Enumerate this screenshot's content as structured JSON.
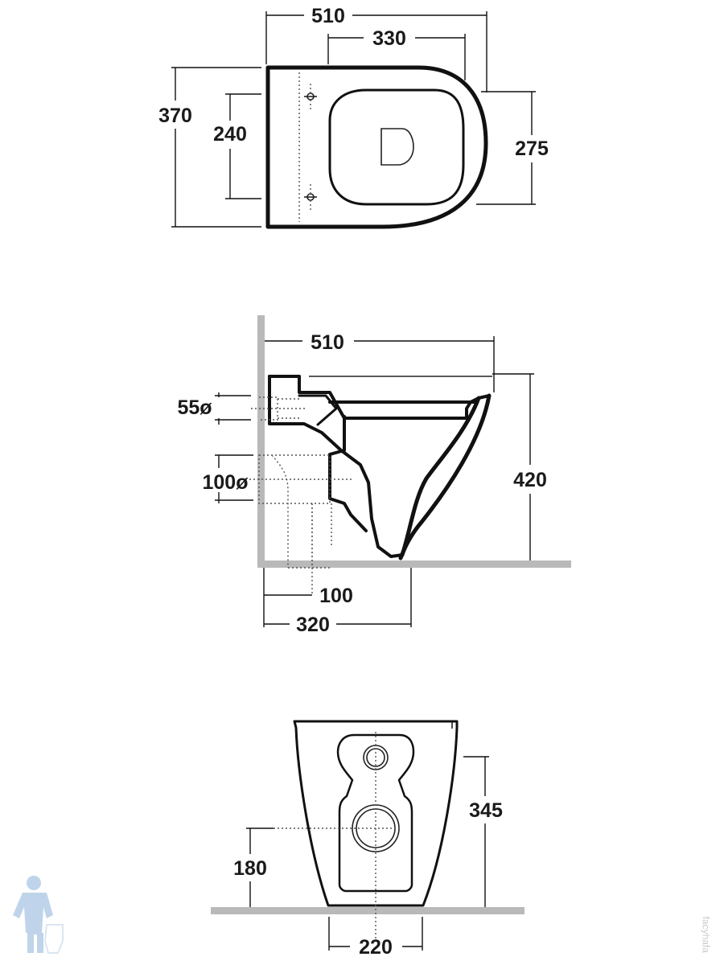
{
  "top_view": {
    "width_total": "510",
    "bowl_length": "330",
    "depth_total": "370",
    "fixing_spacing": "240",
    "bowl_width": "275"
  },
  "side_view": {
    "length_total": "510",
    "inlet_diameter": "55ø",
    "outlet_diameter": "100ø",
    "height": "420",
    "outlet_axis": "100",
    "outlet_horizontal": "320"
  },
  "rear_view": {
    "back_height": "345",
    "outlet_axis_height": "180",
    "base_width": "220"
  },
  "watermark": {
    "text": "ɐɟɐɥʎɔɐɟ",
    "logo_icon": "plumber-mascot-icon"
  }
}
